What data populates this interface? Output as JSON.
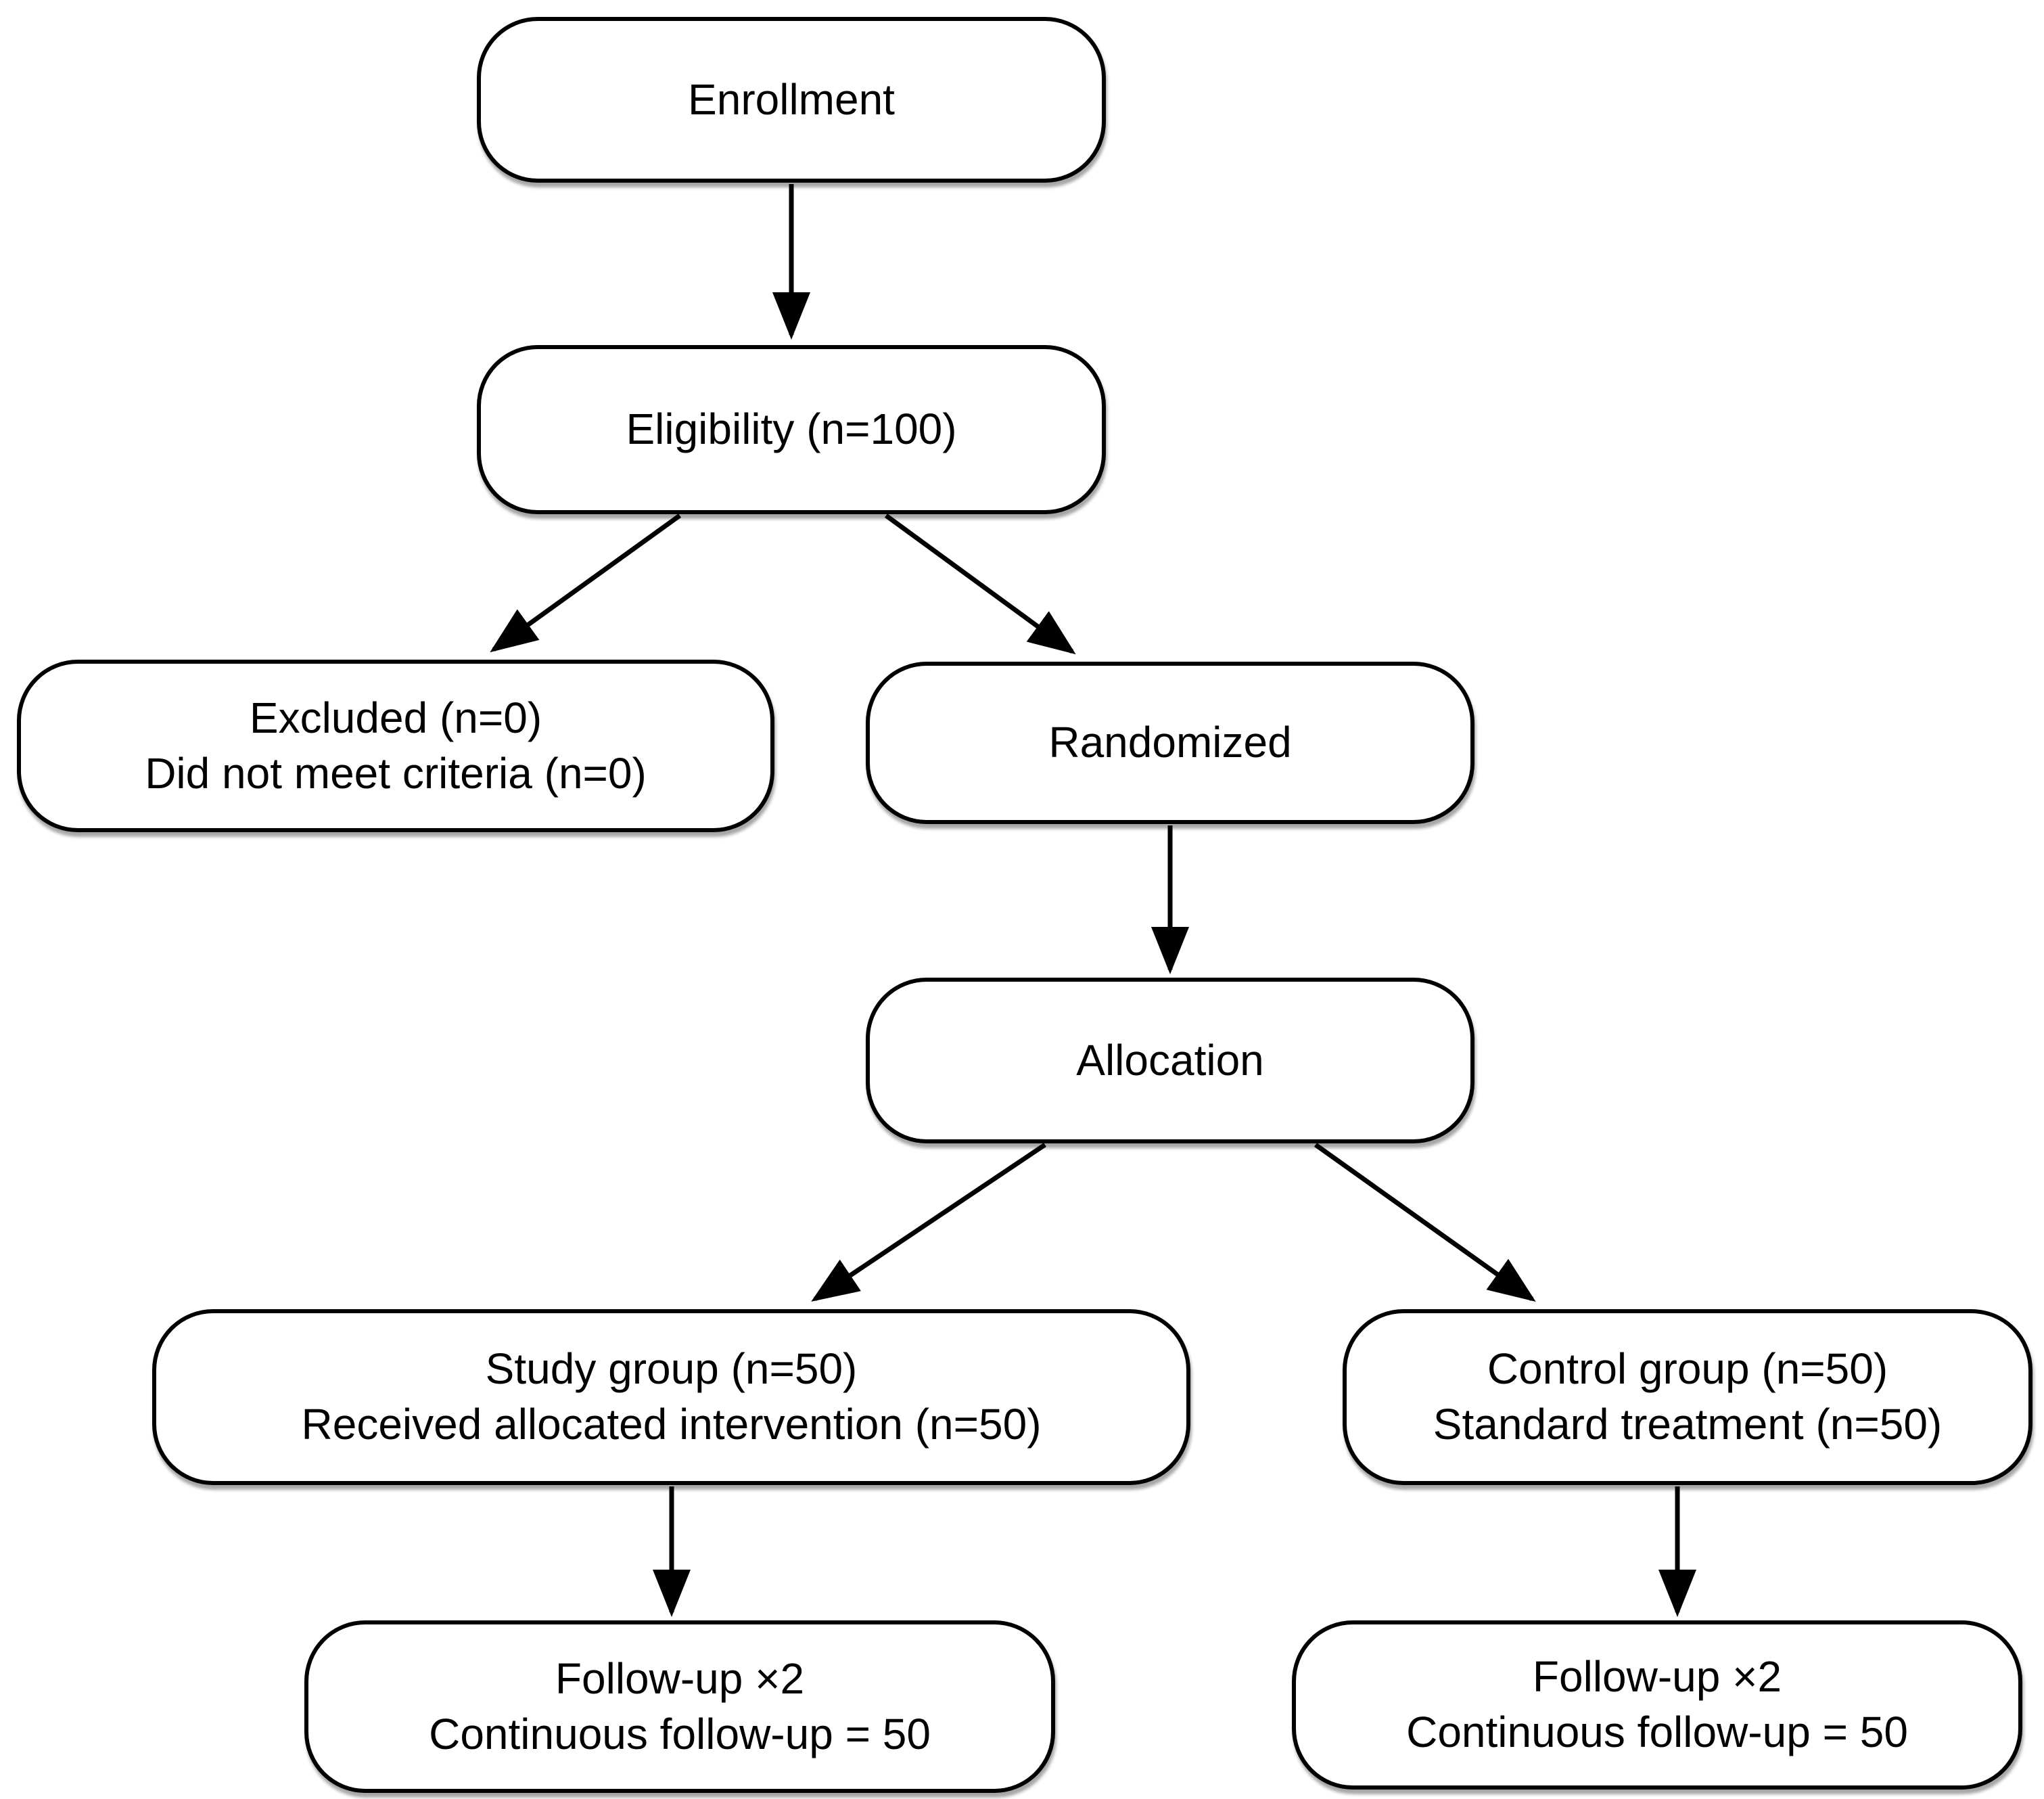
{
  "diagram_type": "flowchart",
  "colors": {
    "background": "#ffffff",
    "box_fill": "#ffffff",
    "box_border": "#000000",
    "text": "#000000",
    "arrow": "#000000"
  },
  "nodes": {
    "enrollment": {
      "line1": "Enrollment"
    },
    "eligibility": {
      "line1": "Eligibility (n=100)"
    },
    "excluded": {
      "line1": "Excluded (n=0)",
      "line2": "Did not meet criteria (n=0)"
    },
    "randomized": {
      "line1": "Randomized"
    },
    "allocation": {
      "line1": "Allocation"
    },
    "study_group": {
      "line1": "Study group (n=50)",
      "line2": "Received allocated intervention (n=50)"
    },
    "control_group": {
      "line1": "Control group (n=50)",
      "line2": "Standard treatment (n=50)"
    },
    "followup_study": {
      "line1": "Follow-up ×2",
      "line2": "Continuous follow-up = 50"
    },
    "followup_control": {
      "line1": "Follow-up ×2",
      "line2": "Continuous follow-up = 50"
    }
  },
  "edges": [
    {
      "from": "enrollment",
      "to": "eligibility"
    },
    {
      "from": "eligibility",
      "to": "excluded"
    },
    {
      "from": "eligibility",
      "to": "randomized"
    },
    {
      "from": "randomized",
      "to": "allocation"
    },
    {
      "from": "allocation",
      "to": "study_group"
    },
    {
      "from": "allocation",
      "to": "control_group"
    },
    {
      "from": "study_group",
      "to": "followup_study"
    },
    {
      "from": "control_group",
      "to": "followup_control"
    }
  ]
}
